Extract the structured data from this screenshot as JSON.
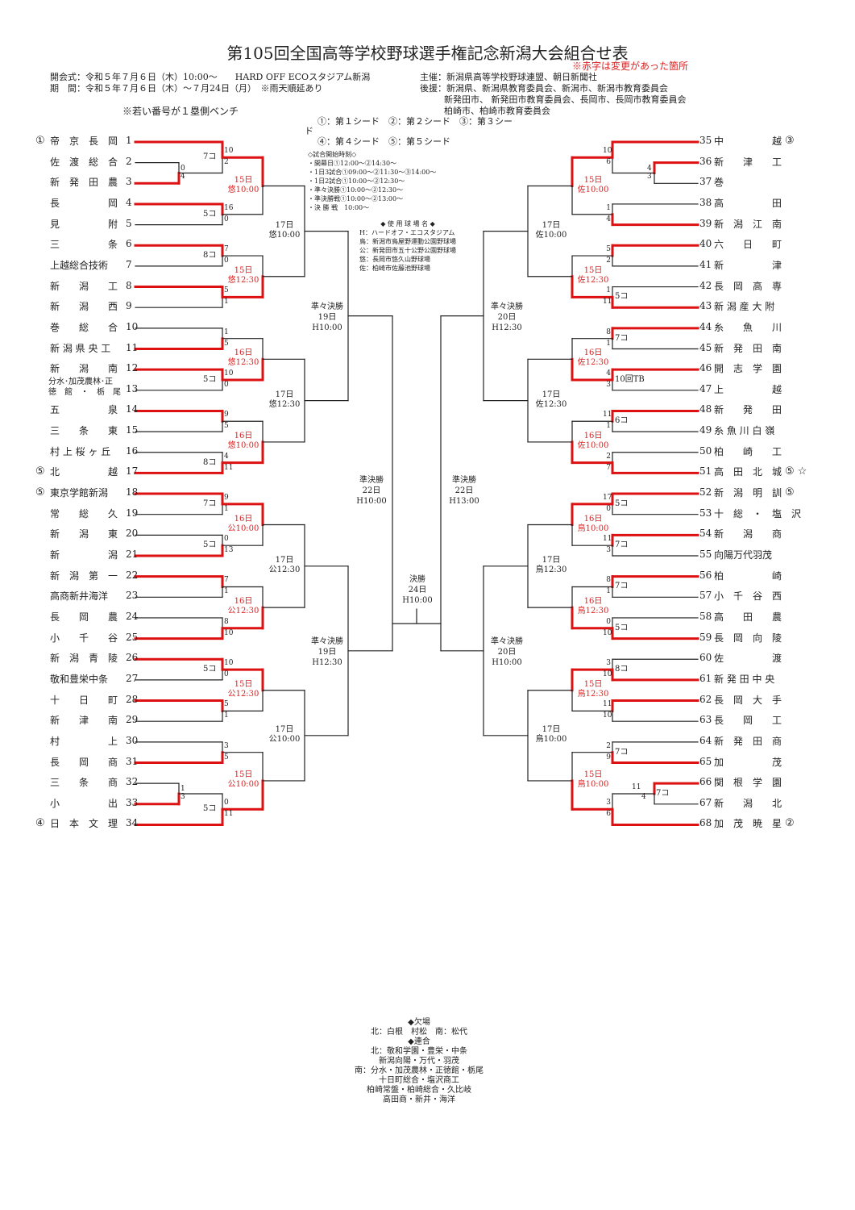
{
  "title": "第105回全国高等学校野球選手権記念新潟大会組合せ表",
  "note": "※赤字は変更があった箇所",
  "info": {
    "opening": "開会式：令和５年７月６日（木）10:00～　　HARD OFF ECOスタジアム新潟",
    "period": "期　間：令和５年７月６日（木）～７月24日（月）　※雨天順延あり",
    "sponsor": "主催：新潟県高等学校野球連盟、朝日新聞社",
    "support1": "後援：新潟県、新潟県教育委員会、新潟市、新潟市教育委員会",
    "support2": "新発田市、 新発田市教育委員会、長岡市、長岡市教育委員会",
    "support3": "柏崎市、柏崎市教育委員会",
    "bench": "※若い番号が１塁側ベンチ",
    "seeds1": "①：第１シード　②：第２シード　③：第３シー",
    "seeds1b": "ド",
    "seeds2": "④：第４シード　⑤：第５シード"
  },
  "times": {
    "head": "◇試合開始時刻◇",
    "lines": [
      "・開幕日①12:00～②14:30～",
      "・1日3試合①09:00～②11:30～③14:00～",
      "・1日2試合①10:00～②12:30～",
      "・準々決勝①10:00～②12:30～",
      "・準決勝戦①10:00～②13:00～",
      "・決 勝 戦　10:00～"
    ]
  },
  "venues": {
    "head": "◆ 使 用 球 場 名 ◆",
    "lines": [
      "H：ハードオフ・エコスタジアム",
      "鳥：新潟市鳥屋野運動公園野球場",
      "公：新発田市五十公野公園野球場",
      "悠：長岡市悠久山野球場",
      "佐：柏崎市佐藤池野球場"
    ]
  },
  "absent": {
    "head": "◆欠場",
    "line": "北：白根　村松　南：松代",
    "head2": "◆連合",
    "lines": [
      "北：敬和学園・豊栄・中条",
      "新潟向陽・万代・羽茂",
      "南：分水・加茂農林・正徳館・栃尾",
      "十日町総合・塩沢商工",
      "柏崎常盤・柏崎総合・久比岐",
      "高田商・新井・海洋"
    ]
  },
  "left_teams": [
    {
      "seed": "①",
      "name": "帝　京　長　岡",
      "num": "1"
    },
    {
      "seed": "",
      "name": "佐　渡　総　合",
      "num": "2"
    },
    {
      "seed": "",
      "name": "新　発　田　農",
      "num": "3"
    },
    {
      "seed": "",
      "name": "長　　　　　岡",
      "num": "4"
    },
    {
      "seed": "",
      "name": "見　　　　　附",
      "num": "5"
    },
    {
      "seed": "",
      "name": "三　　　　　条",
      "num": "6"
    },
    {
      "seed": "",
      "name": "上越総合技術",
      "num": "7"
    },
    {
      "seed": "",
      "name": "新　　潟　　工",
      "num": "8"
    },
    {
      "seed": "",
      "name": "新　　潟　　西",
      "num": "9"
    },
    {
      "seed": "",
      "name": "巻　　総　　合",
      "num": "10"
    },
    {
      "seed": "",
      "name": "新 潟 県 央 工",
      "num": "11"
    },
    {
      "seed": "",
      "name": "新　　潟　　南",
      "num": "12"
    },
    {
      "seed": "",
      "name": "分水･加茂農林･正",
      "name2": "徳　館　・　栃　尾",
      "num": "13"
    },
    {
      "seed": "",
      "name": "五　　　　　泉",
      "num": "14"
    },
    {
      "seed": "",
      "name": "三　　条　　東",
      "num": "15"
    },
    {
      "seed": "",
      "name": "村 上 桜 ヶ 丘",
      "num": "16"
    },
    {
      "seed": "⑤",
      "name": "北　　　　　越",
      "num": "17"
    },
    {
      "seed": "⑤",
      "name": "東京学館新潟",
      "num": "18"
    },
    {
      "seed": "",
      "name": "常　　総　　久",
      "num": "19"
    },
    {
      "seed": "",
      "name": "新　　潟　　東",
      "num": "20"
    },
    {
      "seed": "",
      "name": "新　　　　　潟",
      "num": "21"
    },
    {
      "seed": "",
      "name": "新　潟　第　一",
      "num": "22"
    },
    {
      "seed": "",
      "name": "高商新井海洋",
      "num": "23"
    },
    {
      "seed": "",
      "name": "長　　岡　　農",
      "num": "24"
    },
    {
      "seed": "",
      "name": "小　　千　　谷",
      "num": "25"
    },
    {
      "seed": "",
      "name": "新　潟　青　陵",
      "num": "26"
    },
    {
      "seed": "",
      "name": "敬和豊栄中条",
      "num": "27"
    },
    {
      "seed": "",
      "name": "十　　日　　町",
      "num": "28"
    },
    {
      "seed": "",
      "name": "新　　津　　南",
      "num": "29"
    },
    {
      "seed": "",
      "name": "村　　　　　上",
      "num": "30"
    },
    {
      "seed": "",
      "name": "長　　岡　　商",
      "num": "31"
    },
    {
      "seed": "",
      "name": "三　　条　　商",
      "num": "32"
    },
    {
      "seed": "",
      "name": "小　　　　　出",
      "num": "33"
    },
    {
      "seed": "④",
      "name": "日　本　文　理",
      "num": "34"
    }
  ],
  "right_teams": [
    {
      "num": "35",
      "name": "中　　　　　越",
      "seed": "③"
    },
    {
      "num": "36",
      "name": "新　　津　　工",
      "seed": ""
    },
    {
      "num": "37",
      "name": "巻",
      "seed": ""
    },
    {
      "num": "38",
      "name": "高　　　　　田",
      "seed": ""
    },
    {
      "num": "39",
      "name": "新　潟　江　南",
      "seed": ""
    },
    {
      "num": "40",
      "name": "六　　日　　町",
      "seed": ""
    },
    {
      "num": "41",
      "name": "新　　　　　津",
      "seed": ""
    },
    {
      "num": "42",
      "name": "長　岡　高　専",
      "seed": ""
    },
    {
      "num": "43",
      "name": "新 潟 産 大 附",
      "seed": ""
    },
    {
      "num": "44",
      "name": "糸　　魚　　川",
      "seed": ""
    },
    {
      "num": "45",
      "name": "新　発　田　南",
      "seed": ""
    },
    {
      "num": "46",
      "name": "開　志　学　園",
      "seed": ""
    },
    {
      "num": "47",
      "name": "上　　　　　越",
      "seed": ""
    },
    {
      "num": "48",
      "name": "新　　発　　田",
      "seed": ""
    },
    {
      "num": "49",
      "name": "糸 魚 川 白 嶺",
      "seed": ""
    },
    {
      "num": "50",
      "name": "柏　　崎　　工",
      "seed": ""
    },
    {
      "num": "51",
      "name": "高　田　北　城",
      "seed": "⑤ ☆"
    },
    {
      "num": "52",
      "name": "新　潟　明　訓",
      "seed": "⑤"
    },
    {
      "num": "53",
      "name": "十　総　・　塩　沢",
      "seed": ""
    },
    {
      "num": "54",
      "name": "新　　潟　　商",
      "seed": ""
    },
    {
      "num": "55",
      "name": "向陽万代羽茂",
      "seed": ""
    },
    {
      "num": "56",
      "name": "柏　　　　　崎",
      "seed": ""
    },
    {
      "num": "57",
      "name": "小　千　谷　西",
      "seed": ""
    },
    {
      "num": "58",
      "name": "高　　田　　農",
      "seed": ""
    },
    {
      "num": "59",
      "name": "長　岡　向　陵",
      "seed": ""
    },
    {
      "num": "60",
      "name": "佐　　　　　渡",
      "seed": ""
    },
    {
      "num": "61",
      "name": "新 発 田 中 央",
      "seed": ""
    },
    {
      "num": "62",
      "name": "長　岡　大　手",
      "seed": ""
    },
    {
      "num": "63",
      "name": "長　　岡　　工",
      "seed": ""
    },
    {
      "num": "64",
      "name": "新　発　田　商",
      "seed": ""
    },
    {
      "num": "65",
      "name": "加　　　　　茂",
      "seed": ""
    },
    {
      "num": "66",
      "name": "関　根　学　園",
      "seed": ""
    },
    {
      "num": "67",
      "name": "新　　潟　　北",
      "seed": ""
    },
    {
      "num": "68",
      "name": "加　茂　暁　星",
      "seed": "②"
    }
  ],
  "left_r1_scores": [
    {
      "a": "0",
      "b": "4"
    },
    {
      "a": "1",
      "b": "3"
    }
  ],
  "left_r2": [
    {
      "a": "10",
      "b": "2",
      "cold": "7コ"
    },
    {
      "a": "16",
      "b": "0",
      "cold": "5コ"
    },
    {
      "a": "7",
      "b": "0",
      "cold": "8コ"
    },
    {
      "a": "5",
      "b": "1",
      "cold": ""
    },
    {
      "a": "1",
      "b": "5",
      "cold": ""
    },
    {
      "a": "10",
      "b": "0",
      "cold": "5コ"
    },
    {
      "a": "9",
      "b": "5",
      "cold": ""
    },
    {
      "a": "4",
      "b": "11",
      "cold": "8コ"
    },
    {
      "a": "9",
      "b": "1",
      "cold": "7コ"
    },
    {
      "a": "0",
      "b": "13",
      "cold": "5コ"
    },
    {
      "a": "7",
      "b": "1",
      "cold": ""
    },
    {
      "a": "8",
      "b": "10",
      "cold": ""
    },
    {
      "a": "10",
      "b": "0",
      "cold": "5コ"
    },
    {
      "a": "5",
      "b": "1",
      "cold": ""
    },
    {
      "a": "3",
      "b": "5",
      "cold": ""
    },
    {
      "a": "0",
      "b": "11",
      "cold": "5コ"
    }
  ],
  "left_r3_labels": [
    {
      "day": "15日",
      "time": "悠10:00"
    },
    {
      "day": "15日",
      "time": "悠12:30"
    },
    {
      "day": "16日",
      "time": "悠12:30"
    },
    {
      "day": "16日",
      "time": "悠10:00"
    },
    {
      "day": "16日",
      "time": "公10:00"
    },
    {
      "day": "16日",
      "time": "公12:30"
    },
    {
      "day": "15日",
      "time": "公12:30"
    },
    {
      "day": "15日",
      "time": "公10:00"
    }
  ],
  "left_r4_labels": [
    {
      "day": "17日",
      "time": "悠10:00"
    },
    {
      "day": "17日",
      "time": "悠12:30"
    },
    {
      "day": "17日",
      "time": "公12:30"
    },
    {
      "day": "17日",
      "time": "公10:00"
    }
  ],
  "left_qf_labels": [
    {
      "title": "準々決勝",
      "day": "19日",
      "time": "H10:00"
    },
    {
      "title": "準々決勝",
      "day": "19日",
      "time": "H12:30"
    }
  ],
  "right_r1_scores": [
    {
      "a": "4",
      "b": "3"
    },
    {
      "a": "11",
      "b": "4",
      "cold": "7コ"
    }
  ],
  "right_r2": [
    {
      "a": "10",
      "b": "6",
      "cold": ""
    },
    {
      "a": "1",
      "b": "4",
      "cold": ""
    },
    {
      "a": "5",
      "b": "2",
      "cold": ""
    },
    {
      "a": "1",
      "b": "11",
      "cold": "5コ"
    },
    {
      "a": "8",
      "b": "1",
      "cold": "7コ"
    },
    {
      "a": "4",
      "b": "3",
      "cold": "10回TB"
    },
    {
      "a": "11",
      "b": "1",
      "cold": "6コ"
    },
    {
      "a": "2",
      "b": "7",
      "cold": ""
    },
    {
      "a": "17",
      "b": "0",
      "cold": "5コ"
    },
    {
      "a": "11",
      "b": "3",
      "cold": "7コ"
    },
    {
      "a": "8",
      "b": "1",
      "cold": "7コ"
    },
    {
      "a": "0",
      "b": "10",
      "cold": "5コ"
    },
    {
      "a": "3",
      "b": "10",
      "cold": "8コ"
    },
    {
      "a": "11",
      "b": "10",
      "cold": ""
    },
    {
      "a": "2",
      "b": "9",
      "cold": "7コ"
    },
    {
      "a": "3",
      "b": "6",
      "cold": ""
    }
  ],
  "right_r3_labels": [
    {
      "day": "15日",
      "time": "佐10:00"
    },
    {
      "day": "15日",
      "time": "佐12:30"
    },
    {
      "day": "16日",
      "time": "佐12:30"
    },
    {
      "day": "16日",
      "time": "佐10:00"
    },
    {
      "day": "16日",
      "time": "鳥10:00"
    },
    {
      "day": "16日",
      "time": "鳥12:30"
    },
    {
      "day": "15日",
      "time": "鳥12:30"
    },
    {
      "day": "15日",
      "time": "鳥10:00"
    }
  ],
  "right_r4_labels": [
    {
      "day": "17日",
      "time": "佐10:00"
    },
    {
      "day": "17日",
      "time": "佐12:30"
    },
    {
      "day": "17日",
      "time": "鳥12:30"
    },
    {
      "day": "17日",
      "time": "鳥10:00"
    }
  ],
  "right_qf_labels": [
    {
      "title": "準々決勝",
      "day": "20日",
      "time": "H12:30"
    },
    {
      "title": "準々決勝",
      "day": "20日",
      "time": "H10:00"
    }
  ],
  "semi_labels": [
    {
      "title": "準決勝",
      "day": "22日",
      "time": "H10:00"
    },
    {
      "title": "準決勝",
      "day": "22日",
      "time": "H13:00"
    }
  ],
  "final_label": {
    "title": "決勝",
    "day": "24日",
    "time": "H10:00"
  },
  "colors": {
    "win": "#dd1111",
    "line": "#222222",
    "text_red": "#dd2222"
  }
}
